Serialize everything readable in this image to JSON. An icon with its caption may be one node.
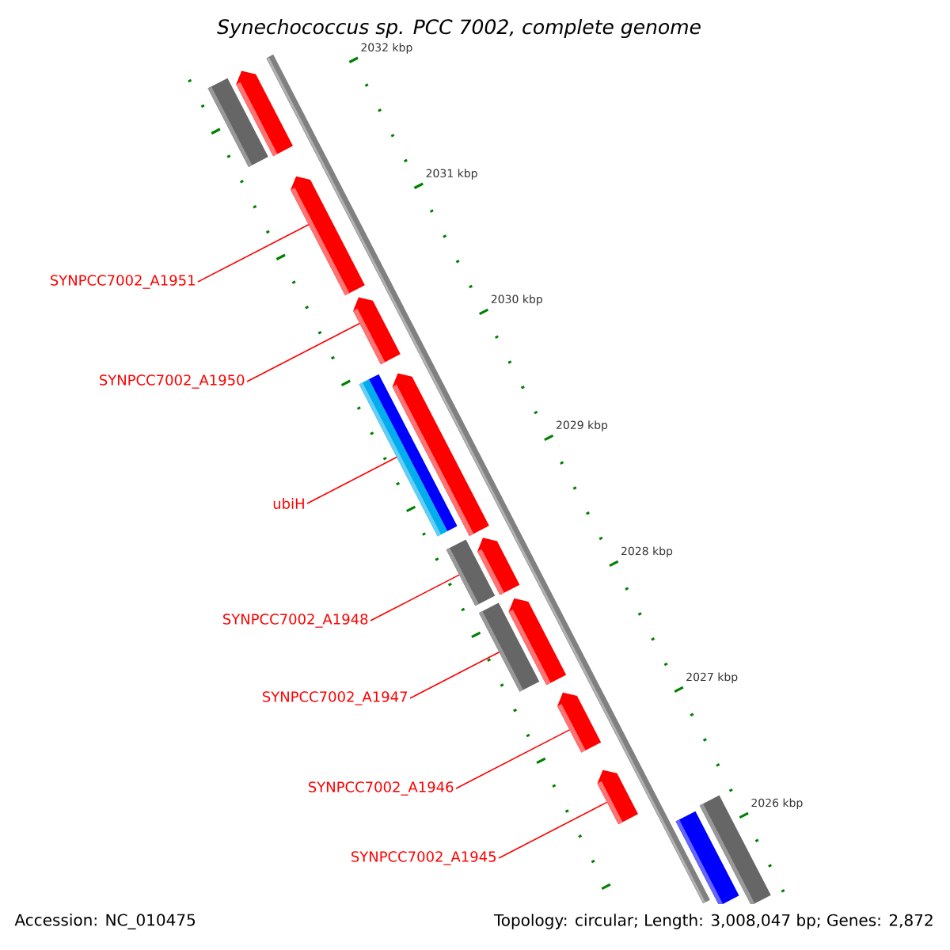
{
  "diagram": {
    "title": "Synechococcus sp. PCC 7002, complete genome",
    "nodes": [
      {
        "text": [],
        "shape": "pentagon"
      },
      {
        "text": [],
        "shape": "box"
      },
      {
        "text": [],
        "shape": "pentagon"
      },
      {
        "text": [],
        "shape": "pentagon"
      },
      {
        "text": [],
        "shape": "box"
      },
      {
        "text": [],
        "shape": "pentagon"
      },
      {
        "text": [],
        "shape": "box"
      },
      {
        "text": [],
        "shape": "pentagon"
      },
      {
        "text": [],
        "shape": "box"
      },
      {
        "text": [],
        "shape": "pentagon"
      },
      {
        "text": [],
        "shape": "pentagon"
      },
      {
        "text": [],
        "shape": "pentagon"
      },
      {
        "text": [],
        "shape": "box"
      },
      {
        "text": [],
        "shape": "box"
      },
      {
        "text": [
          "SYNPCC7002_A1951"
        ]
      },
      {
        "text": [
          "SYNPCC7002_A1950"
        ]
      },
      {
        "text": [
          "ubiH"
        ]
      },
      {
        "text": [
          "SYNPCC7002_A1948"
        ]
      },
      {
        "text": [
          "SYNPCC7002_A1947"
        ]
      },
      {
        "text": [
          "SYNPCC7002_A1946"
        ]
      },
      {
        "text": [
          "SYNPCC7002_A1945"
        ]
      }
    ],
    "edges": [
      {
        "from": 14,
        "to": 2,
        "arrow": "none"
      },
      {
        "from": 15,
        "to": 3,
        "arrow": "none"
      },
      {
        "from": 16,
        "to": 4,
        "arrow": "none"
      },
      {
        "from": 17,
        "to": 6,
        "arrow": "none"
      },
      {
        "from": 18,
        "to": 8,
        "arrow": "none"
      },
      {
        "from": 19,
        "to": 10,
        "arrow": "none"
      },
      {
        "from": 20,
        "to": 11,
        "arrow": "none"
      }
    ],
    "labels": [
      "2032 kbp",
      "2031 kbp",
      "2030 kbp",
      "2029 kbp",
      "2028 kbp",
      "2027 kbp",
      "2026 kbp",
      "Accession: NC_010475",
      "Topology: circular; Length: 3,008,047 bp; Genes: 2,872"
    ]
  }
}
